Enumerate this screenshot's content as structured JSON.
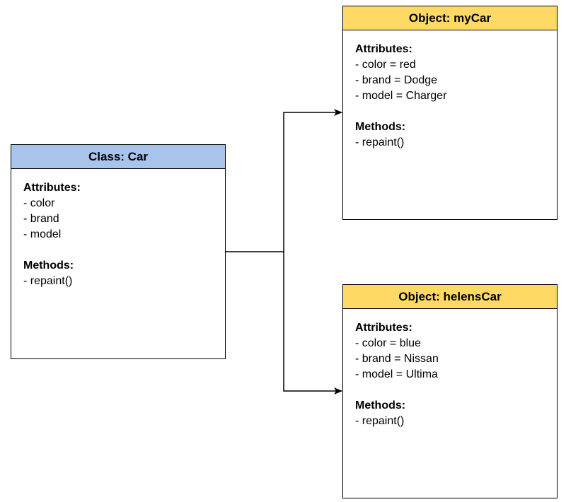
{
  "colors": {
    "class_header": "#a9c4eb",
    "object_header": "#ffd966",
    "line": "#000000"
  },
  "class_car": {
    "title": "Class: Car",
    "attributes_label": "Attributes:",
    "attributes": [
      "- color",
      "- brand",
      "- model"
    ],
    "methods_label": "Methods:",
    "methods": [
      "- repaint()"
    ]
  },
  "object_mycar": {
    "title": "Object: myCar",
    "attributes_label": "Attributes:",
    "attributes": [
      "- color = red",
      "- brand = Dodge",
      "- model = Charger"
    ],
    "methods_label": "Methods:",
    "methods": [
      "- repaint()"
    ]
  },
  "object_helenscar": {
    "title": "Object: helensCar",
    "attributes_label": "Attributes:",
    "attributes": [
      "- color = blue",
      "- brand = Nissan",
      "- model = Ultima"
    ],
    "methods_label": "Methods:",
    "methods": [
      "- repaint()"
    ]
  }
}
